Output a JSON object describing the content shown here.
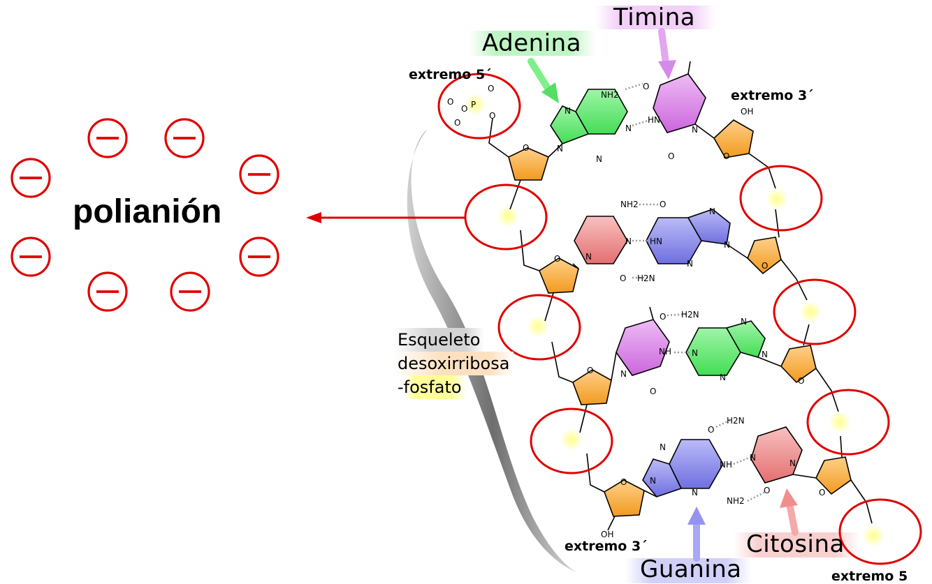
{
  "labels": {
    "adenina": "Adenina",
    "timina": "Timina",
    "guanina": "Guanina",
    "citosina": "Citosina",
    "polyanion": "polianión",
    "backbone_line1": "Esqueleto",
    "backbone_line2": "desoxirribosa",
    "backbone_line3": "-fosfato",
    "end_5_top": "extremo 5´",
    "end_3_top": "extremo 3´",
    "end_3_bottom": "extremo 3´",
    "end_5_bottom": "extremo 5"
  },
  "atoms": {
    "O": "O",
    "P": "P",
    "N": "N",
    "OH": "OH",
    "NH2": "NH2",
    "H2N": "H2N",
    "HN": "HN",
    "NH": "NH",
    "minus": "−"
  },
  "colors": {
    "adenine": "#66ee77",
    "thymine": "#dd88ee",
    "guanine": "#8888ee",
    "cytosine": "#ee8888",
    "sugar": "#f5a623",
    "phosphate": "#ffff55",
    "charge_circle": "#e00000",
    "backbone_shade": "#888888"
  },
  "charge_symbols_count": 8
}
